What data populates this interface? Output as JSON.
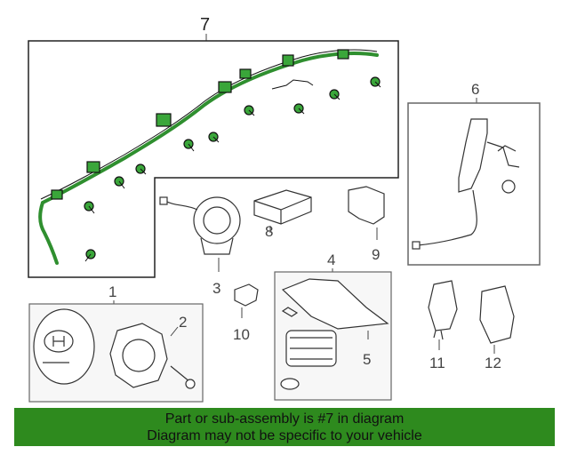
{
  "callouts": {
    "c1": "1",
    "c2": "2",
    "c3": "3",
    "c4": "4",
    "c5": "5",
    "c6": "6",
    "c7": "7",
    "c8": "8",
    "c9": "9",
    "c10": "10",
    "c11": "11",
    "c12": "12"
  },
  "banner": {
    "line1": "Part or sub-assembly is #7 in diagram",
    "line2": "Diagram may not be specific to your vehicle"
  },
  "colors": {
    "highlight": "#3aa63a",
    "banner": "#2e8a1e"
  }
}
